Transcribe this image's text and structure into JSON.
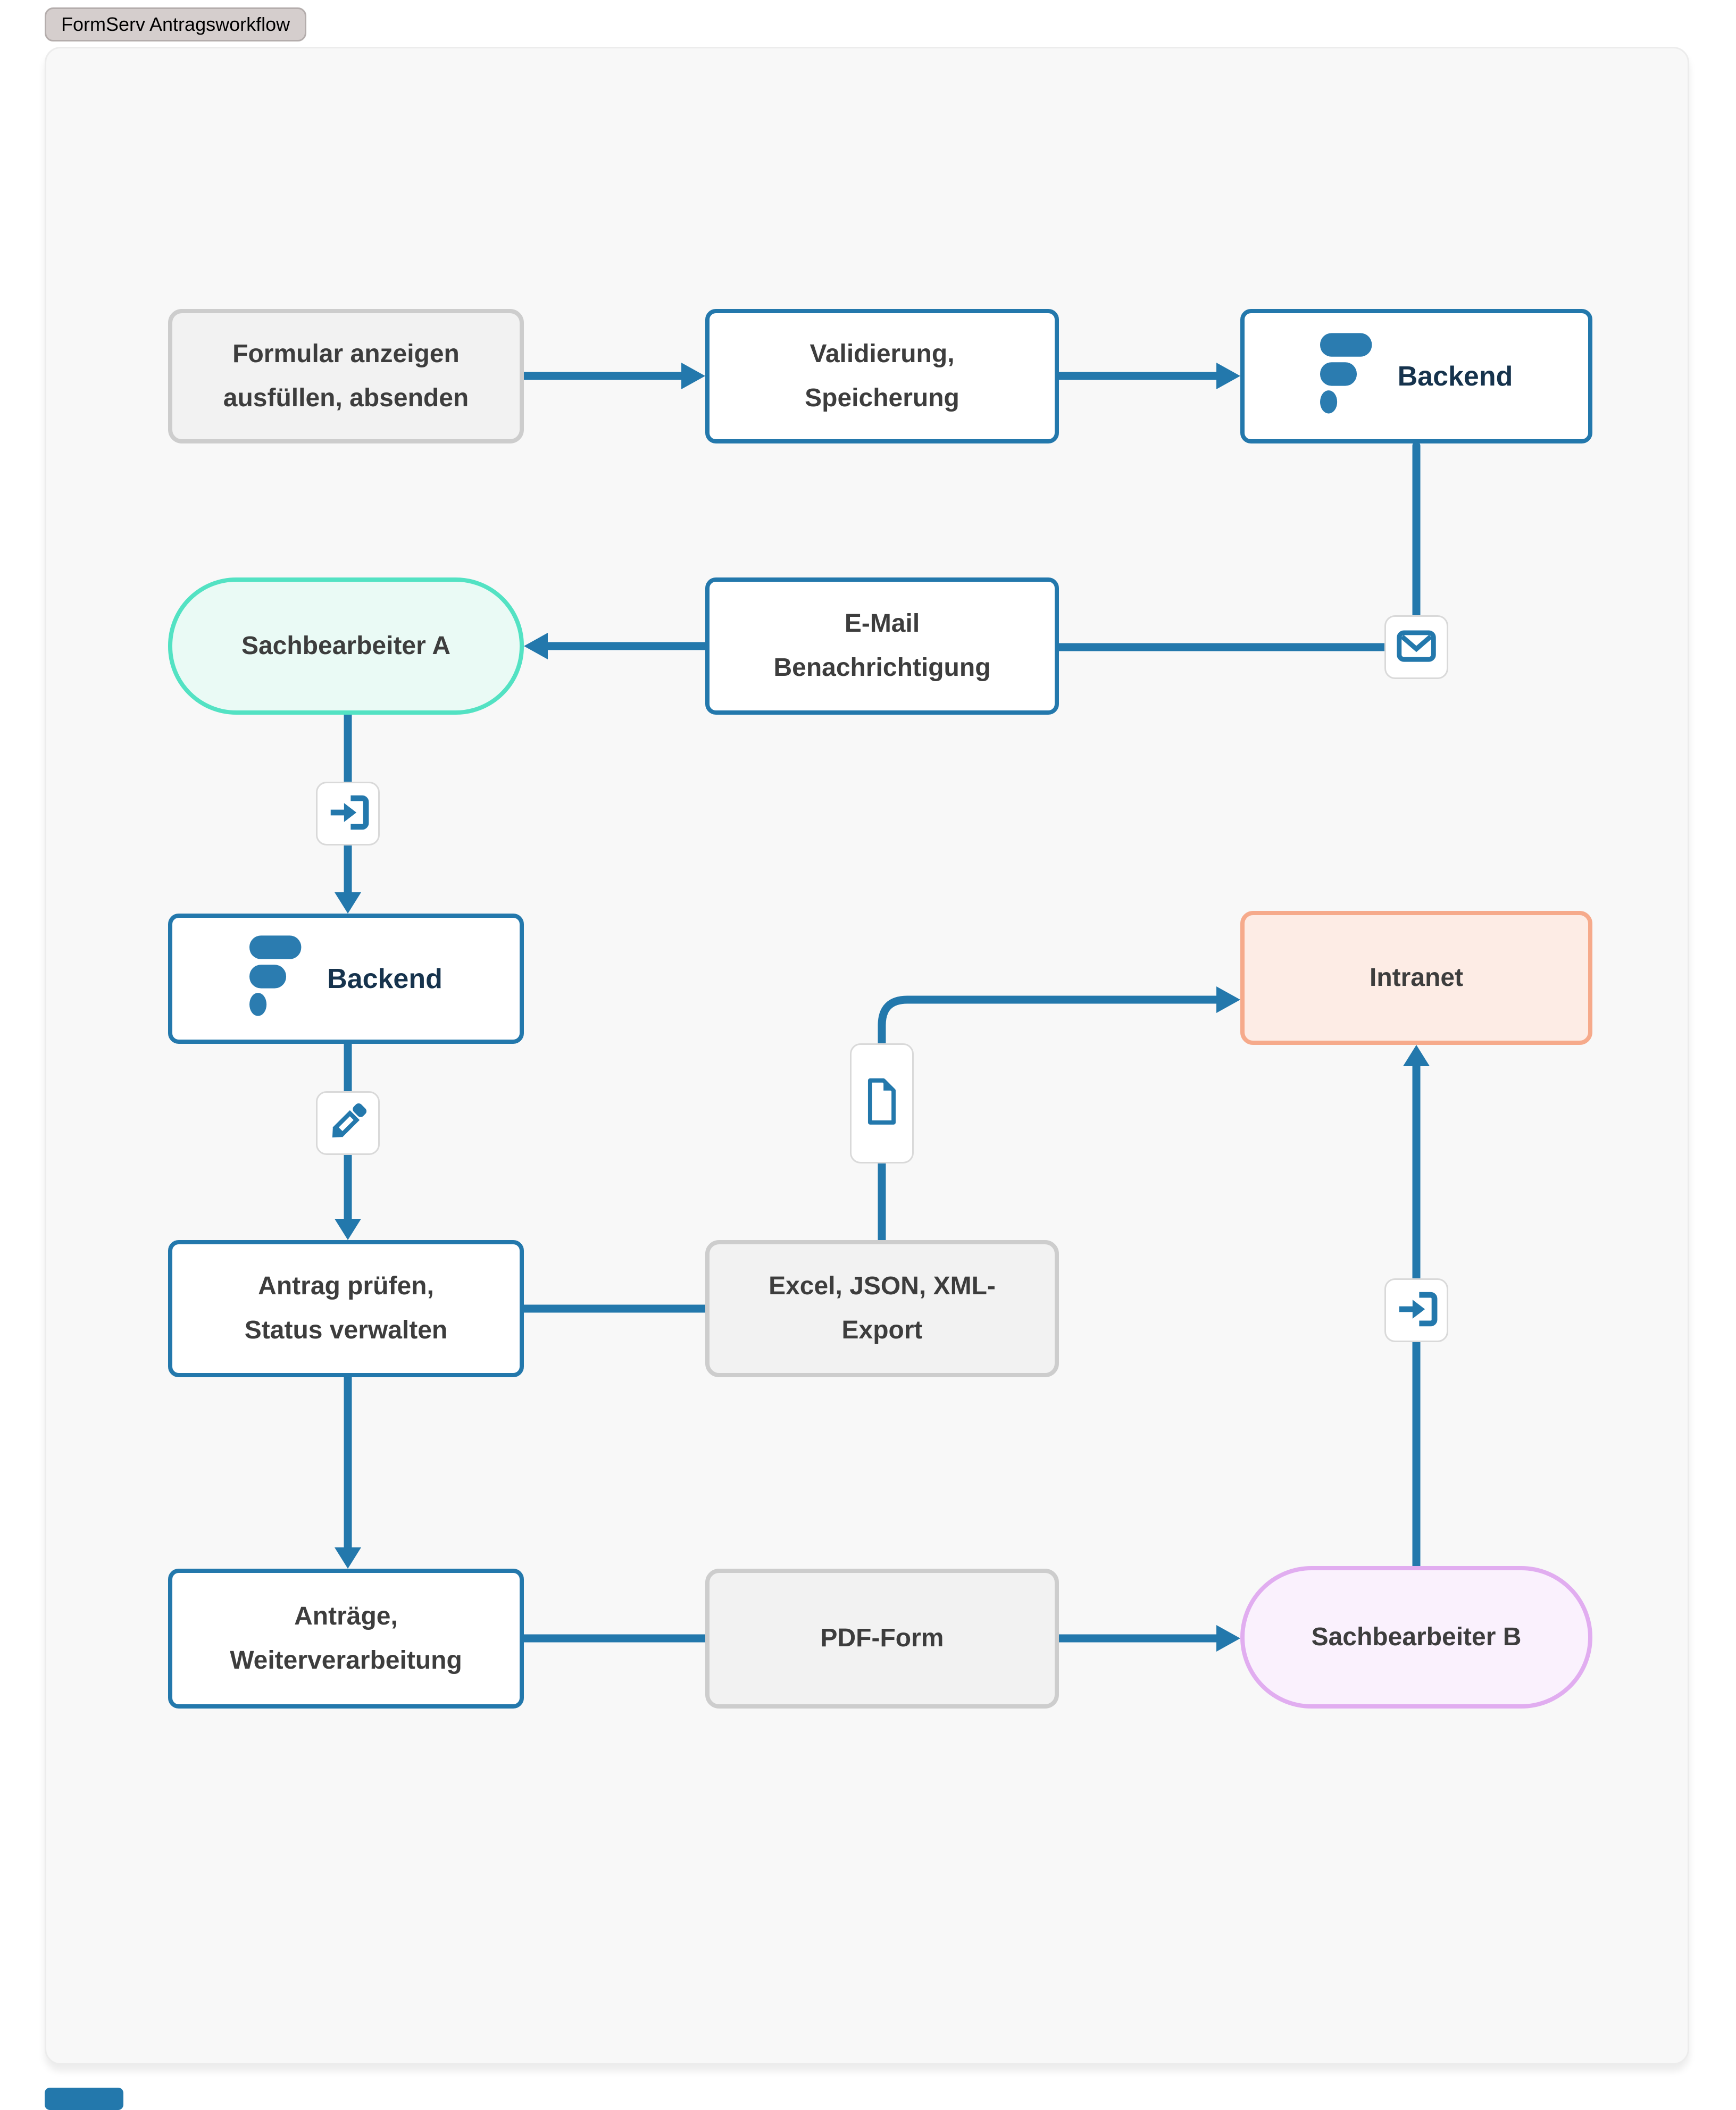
{
  "badge": {
    "label": "FormServ Antragsworkflow"
  },
  "nodes": {
    "formular": {
      "line1": "Formular anzeigen",
      "line2": "ausfüllen, absenden"
    },
    "validierung": {
      "line1": "Validierung,",
      "line2": "Speicherung"
    },
    "backend_top": {
      "label": "Backend"
    },
    "sachbearbeiter_a": {
      "label": "Sachbearbeiter A"
    },
    "email": {
      "line1": "E-Mail",
      "line2": "Benachrichtigung"
    },
    "backend_mid": {
      "label": "Backend"
    },
    "intranet": {
      "label": "Intranet"
    },
    "antrag_pruefen": {
      "line1": "Antrag prüfen,",
      "line2": "Status verwalten"
    },
    "excel_export": {
      "line1": "Excel, JSON, XML-",
      "line2": "Export"
    },
    "antraege": {
      "line1": "Anträge,",
      "line2": "Weiterverarbeitung"
    },
    "pdf_form": {
      "label": "PDF-Form"
    },
    "sachbearbeiter_b": {
      "label": "Sachbearbeiter B"
    }
  },
  "icons": {
    "logo": "formserv-logo-icon",
    "mail": "mail-icon",
    "sign_in": "sign-in-icon",
    "pencil": "pencil-icon",
    "document": "document-icon"
  },
  "colors": {
    "accent_blue": "#2378ac",
    "navy_text": "#16334d",
    "label_text": "#3d3d3d",
    "mint_border": "#53e2c3",
    "mint_fill": "#eafaf5",
    "peach_border": "#f6aa8b",
    "peach_fill": "#fdece5",
    "purple_border": "#e1adf0",
    "purple_fill": "#faf1fd",
    "gray_border": "#cdcdcd",
    "gray_fill": "#f2f2f2",
    "panel_fill": "#f8f8f8",
    "badge_fill": "#d5cecd"
  }
}
